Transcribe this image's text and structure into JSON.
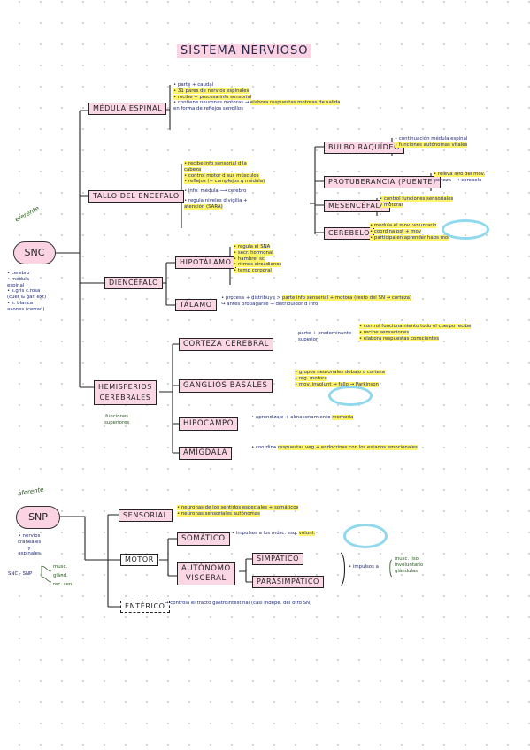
{
  "title": "SISTEMA NERVIOSO",
  "snc": {
    "tag": "eferente",
    "label": "SNC",
    "notes": [
      "• cerebro",
      "• médula",
      "  espinal",
      "• s.gris c.rosa",
      "  (cuer & gar. ext)",
      "• s. blanca",
      "  axones (cerrad)"
    ]
  },
  "medula": {
    "label": "MÉDULA ESPINAL",
    "notes": [
      "• parte + caudal",
      "• 31 pares de nervios espinales",
      "• recibe + procesa info sensorial",
      "• contiene neuronas motoras →",
      "elabora respuestas motoras de salida",
      "  en forma de reflejos sencillos"
    ]
  },
  "tallo": {
    "label": "TALLO DEL ENCÉFALO",
    "notes": [
      "• recibe info sensorial d la",
      "  cabeza",
      "• control motor d sus músculos",
      "• reflejos (+ complejos q médula)",
      "• info: médula ⟶ cerebro",
      "• regula niveles d vigilia +",
      "  atención (SARA)"
    ],
    "sub": [
      {
        "label": "BULBO RAQUÍDEO",
        "notes": [
          "• continuación médula espinal",
          "• funciones autónomas vitales"
        ]
      },
      {
        "label": "PROTUBERANCIA (PUENTE)",
        "notes": [
          "• releva info del mov.",
          "  corteza ⟶ cerebelo"
        ]
      },
      {
        "label": "MESENCÉFALO",
        "notes": [
          "• control funciones sensoriales",
          "  y motoras"
        ]
      },
      {
        "label": "CEREBELO",
        "notes": [
          "• modula el mov. voluntario",
          "• coordina pst + mov",
          "• participa en aprender habs mot"
        ]
      }
    ]
  },
  "diencefalo": {
    "label": "DIENCÉFALO",
    "sub": [
      {
        "label": "HIPOTÁLAMO",
        "notes": [
          "• regula el SNA",
          "• secr. hormonal",
          "• hambre, sc",
          "• ritmos circadianos",
          "• temp corporal"
        ]
      },
      {
        "label": "TÁLAMO",
        "notes": [
          "• procesa + distribuye >",
          "parte info sensorial + motora (resto del SN → corteza)",
          "  ↪ antes propagarse → distribuidor d info"
        ]
      }
    ]
  },
  "hemisferios": {
    "label": [
      "HEMISFERIOS",
      "CEREBRALES"
    ],
    "funciones": [
      "funciones",
      "superiores"
    ],
    "sub": [
      {
        "label": "CORTEZA CEREBRAL",
        "prefix": [
          "parte + predominante",
          "superior"
        ],
        "notes": [
          "• control funcionamiento todo el cuerpo recibe",
          "• recibe sensaciones",
          "• elabora respuestas conscientes"
        ]
      },
      {
        "label": "GANGLIOS BASALES",
        "notes": [
          "• grupos neuronales debajo d corteza",
          "• reg. motora",
          "• mov. involunt → fallo → Parkinson"
        ]
      },
      {
        "label": "HIPOCAMPO",
        "notes": [
          "• aprendizaje + almacenamiento",
          "memoria"
        ]
      },
      {
        "label": "AMÍGDALA",
        "notes": [
          "• coordina",
          "respuestas veg + endocrinas con los estados emocionales"
        ]
      }
    ]
  },
  "snp": {
    "tag": "aferente",
    "label": "SNP",
    "notes": [
      "• nervios",
      "  craneales",
      "  y",
      "  espinales"
    ],
    "link": "SNC - SNP",
    "link_targets": [
      "musc.",
      "glánd.",
      "rec. sen"
    ]
  },
  "sensorial": {
    "label": "SENSORIAL",
    "notes": [
      "• neuronas de los sentidos especiales + somáticos",
      "• neuronas sensoriales autónomas"
    ]
  },
  "motor": {
    "label": "MOTOR",
    "sub": [
      {
        "label": "SOMÁTICO",
        "notes": [
          "• impulsos a los músc. esq.",
          "volunt."
        ]
      },
      {
        "label": [
          "AUTÓNOMO",
          "VISCERAL"
        ],
        "sub": [
          "SIMPÁTICO",
          "PARASIMPÁTICO"
        ],
        "notes": [
          "• impulsos a"
        ],
        "targets": [
          "musc. liso",
          "involuntario",
          "glándulas"
        ]
      }
    ]
  },
  "enterico": {
    "label": "ENTÉRICO",
    "notes": [
      "→ controla el tracto gastrointestinal (casi indepe. del otro SN)"
    ]
  }
}
